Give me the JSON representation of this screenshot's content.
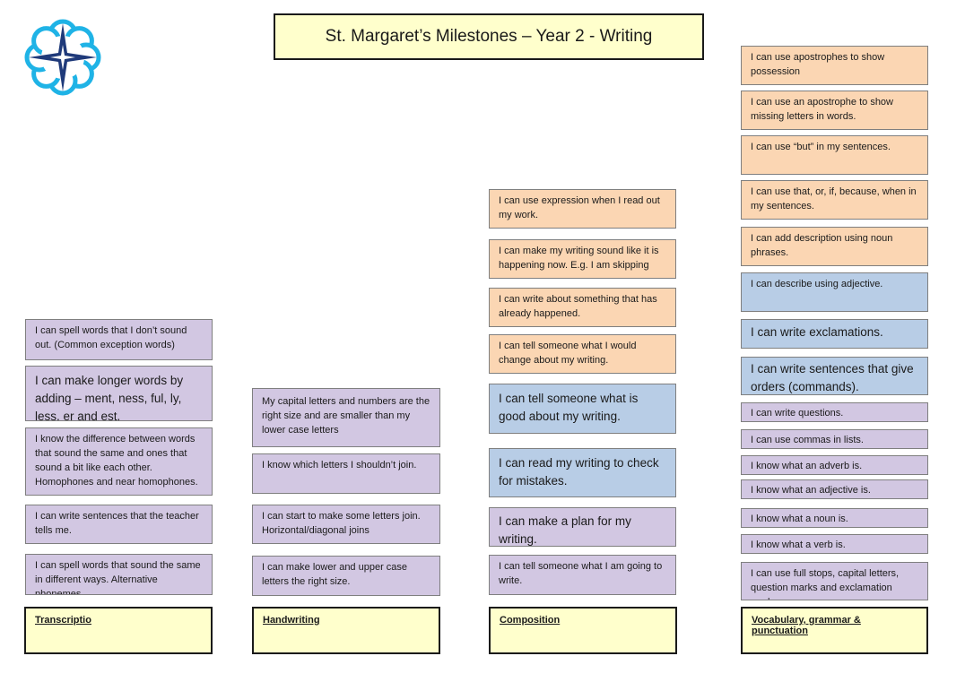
{
  "title": "St. Margaret’s Milestones – Year 2 - Writing",
  "colors": {
    "peach": "#fbd6b3",
    "purple": "#d2c7e2",
    "blue": "#b8cde6",
    "header_yellow": "#ffffcc",
    "logo_blue": "#1fb3e6",
    "logo_star": "#1f3a7a"
  },
  "logo": {
    "icon": "flower-star-logo"
  },
  "columns": [
    {
      "header": "Transcriptio",
      "cards": [
        {
          "text": "I can spell words that I don’t sound out. (Common exception words)",
          "color": "purple"
        },
        {
          "text": "I can make longer words by adding – ment, ness, ful, ly, less, er and est.",
          "color": "purple"
        },
        {
          "text": "I know the difference between words that sound the same and ones that sound a bit like each other. Homophones and near homophones.",
          "color": "purple"
        },
        {
          "text": "I can write sentences that the teacher tells me.",
          "color": "purple"
        },
        {
          "text": "I can spell words that sound the same in different ways. Alternative phonemes.",
          "color": "purple"
        }
      ]
    },
    {
      "header": "Handwriting",
      "cards": [
        {
          "text": "My capital letters and numbers are the right size and are smaller than my lower case letters",
          "color": "purple"
        },
        {
          "text": "I know which letters I shouldn’t join.",
          "color": "purple"
        },
        {
          "text": "I can start to make some letters join. Horizontal/diagonal joins",
          "color": "purple"
        },
        {
          "text": "I can make lower and upper case letters the right size.",
          "color": "purple"
        }
      ]
    },
    {
      "header": "Composition",
      "cards": [
        {
          "text": "I can use expression when I read out my work.",
          "color": "peach"
        },
        {
          "text": "I can make my writing sound like it is happening now. E.g. I am skipping",
          "color": "peach"
        },
        {
          "text": "I can write about something that has already happened.",
          "color": "peach"
        },
        {
          "text": "I can tell someone what I would change about my writing.",
          "color": "peach"
        },
        {
          "text": "I can tell someone what is good about my writing.",
          "color": "blue"
        },
        {
          "text": "I can read my writing to check for mistakes.",
          "color": "blue"
        },
        {
          "text": "I can make a plan for my writing.",
          "color": "purple"
        },
        {
          "text": "I can tell someone what I am going to write.",
          "color": "purple"
        }
      ]
    },
    {
      "header": "Vocabulary, grammar & punctuation",
      "cards": [
        {
          "text": "I can use apostrophes to show possession",
          "color": "peach"
        },
        {
          "text": "I can use an apostrophe to show missing letters in words.",
          "color": "peach"
        },
        {
          "text": "I can use “but” in my sentences.",
          "color": "peach"
        },
        {
          "text": "I can use that, or, if, because, when in my sentences.",
          "color": "peach"
        },
        {
          "text": "I can add description using noun phrases.",
          "color": "peach"
        },
        {
          "text": "I can describe using adjective.",
          "color": "blue"
        },
        {
          "text": "I can write exclamations.",
          "color": "blue"
        },
        {
          "text": "I can write sentences that give orders (commands).",
          "color": "blue"
        },
        {
          "text": "I can write questions.",
          "color": "purple"
        },
        {
          "text": "I can use commas in lists.",
          "color": "purple"
        },
        {
          "text": "I know what an adverb is.",
          "color": "purple"
        },
        {
          "text": "I know what an adjective is.",
          "color": "purple"
        },
        {
          "text": "I know what a noun is.",
          "color": "purple"
        },
        {
          "text": "I know what a verb is.",
          "color": "purple"
        },
        {
          "text": "I can use full stops, capital letters, question marks and exclamation marks.",
          "color": "purple"
        }
      ]
    }
  ]
}
